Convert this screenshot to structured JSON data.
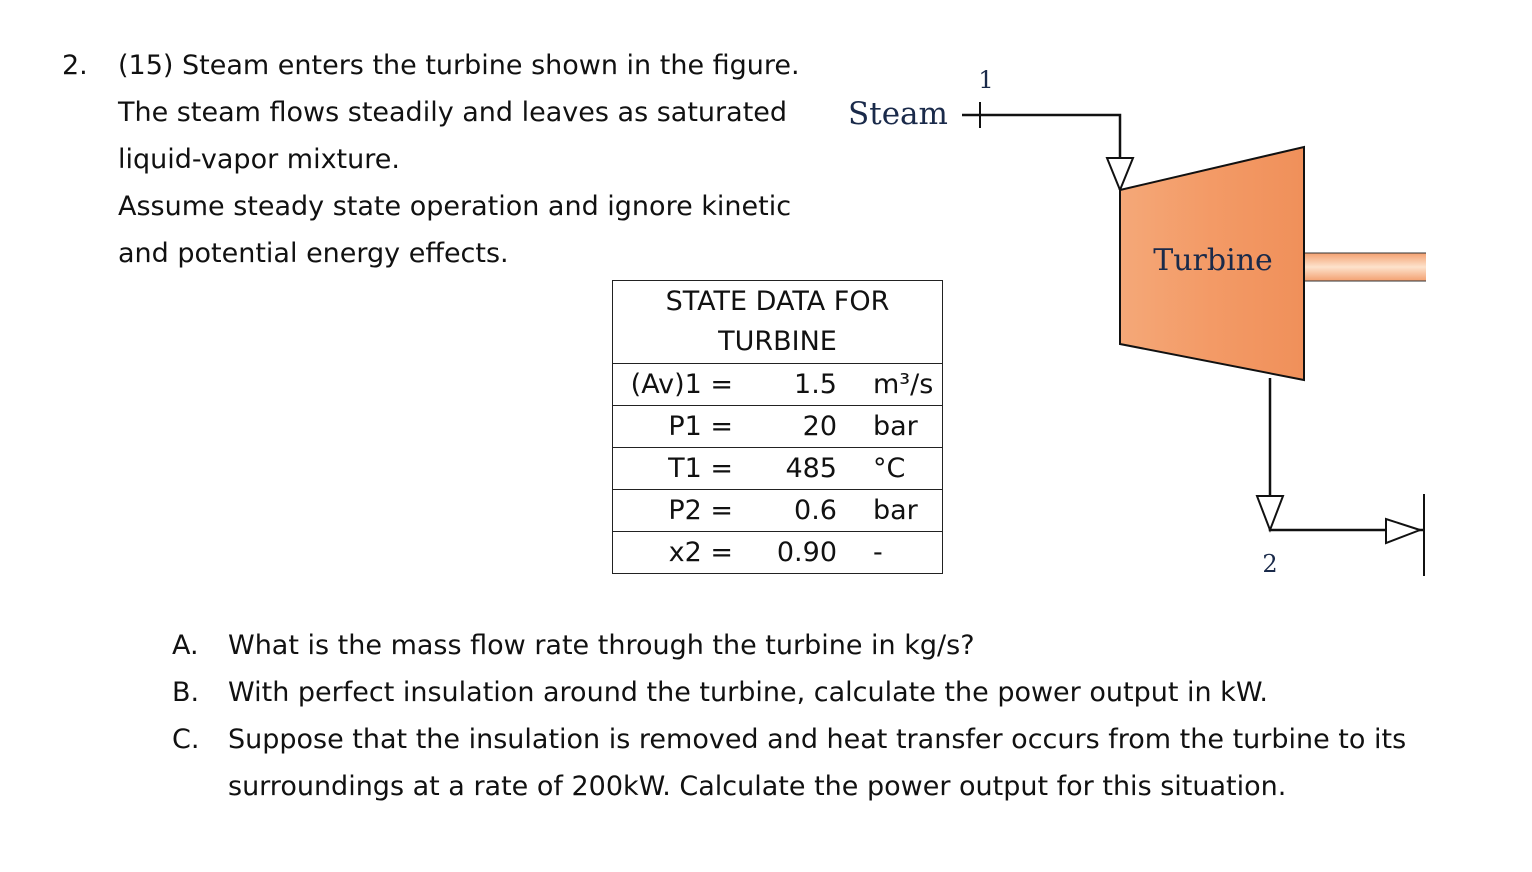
{
  "problem": {
    "number": "2.",
    "intro_lines": [
      "(15) Steam enters the turbine shown in the figure.",
      "The steam flows steadily and leaves as saturated",
      "liquid-vapor mixture.",
      "Assume steady state operation and ignore kinetic",
      "and potential energy effects."
    ]
  },
  "table": {
    "header_line1": "STATE DATA FOR",
    "header_line2": "TURBINE",
    "rows": [
      {
        "label": "(Av)1 =",
        "value": "1.5",
        "unit": "m³/s"
      },
      {
        "label": "P1 =",
        "value": "20",
        "unit": "bar"
      },
      {
        "label": "T1 =",
        "value": "485",
        "unit": "°C"
      },
      {
        "label": "P2 =",
        "value": "0.6",
        "unit": "bar"
      },
      {
        "label": "x2 =",
        "value": "0.90",
        "unit": "-"
      }
    ]
  },
  "figure": {
    "steam_label": "Steam",
    "state1_label": "1",
    "turbine_label": "Turbine",
    "state2_label": "2",
    "colors": {
      "turbine_fill": "#f2a070",
      "turbine_fill_light": "#fbd0b0",
      "shaft_fill": "#f6b28a",
      "line": "#111111"
    }
  },
  "questions": [
    {
      "letter": "A.",
      "lines": [
        "What is the mass flow rate through the turbine in kg/s?"
      ]
    },
    {
      "letter": "B.",
      "lines": [
        "With perfect insulation around the turbine, calculate the power output in kW."
      ]
    },
    {
      "letter": "C.",
      "lines": [
        "Suppose that the insulation is removed and heat transfer occurs from the turbine to its",
        "surroundings at a rate of 200kW.  Calculate the power output for this situation."
      ]
    }
  ]
}
